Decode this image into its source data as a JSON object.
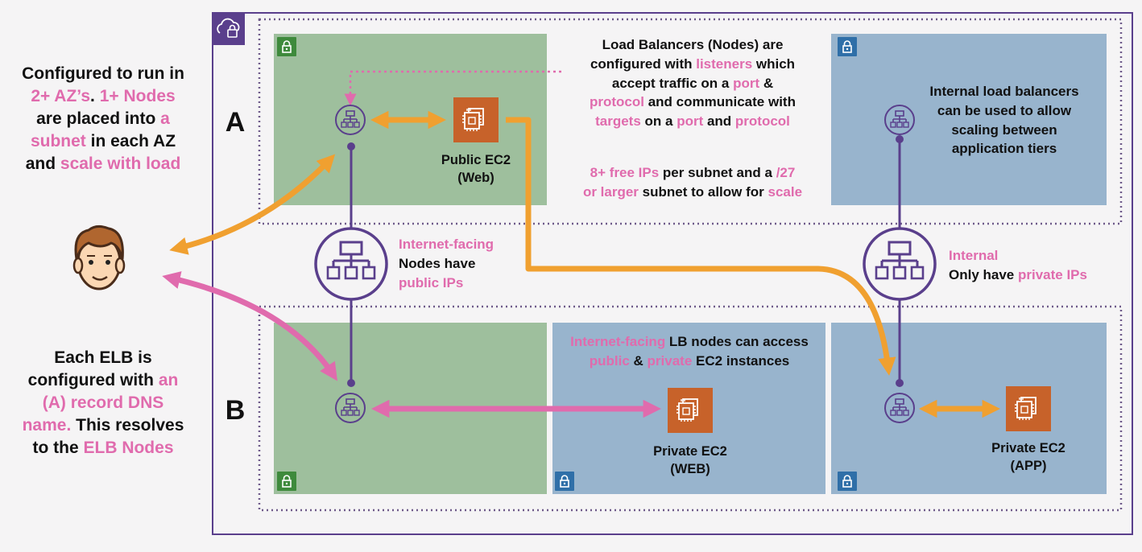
{
  "left_notes": {
    "top": [
      [
        {
          "t": "Configured to run in",
          "p": false
        }
      ],
      [
        {
          "t": "2+ AZ’s",
          "p": true
        },
        {
          "t": ". ",
          "p": false
        },
        {
          "t": "1+ Nodes",
          "p": true
        }
      ],
      [
        {
          "t": "are placed into ",
          "p": false
        },
        {
          "t": "a",
          "p": true
        }
      ],
      [
        {
          "t": "subnet",
          "p": true
        },
        {
          "t": " in each AZ",
          "p": false
        }
      ],
      [
        {
          "t": "and ",
          "p": false
        },
        {
          "t": "scale with load",
          "p": true
        }
      ]
    ],
    "bottom": [
      [
        {
          "t": "Each ELB is",
          "p": false
        }
      ],
      [
        {
          "t": "configured with ",
          "p": false
        },
        {
          "t": "an",
          "p": true
        }
      ],
      [
        {
          "t": "(A) record DNS",
          "p": true
        }
      ],
      [
        {
          "t": "name.",
          "p": true
        },
        {
          "t": " This resolves",
          "p": false
        }
      ],
      [
        {
          "t": "to the ",
          "p": false
        },
        {
          "t": "ELB Nodes",
          "p": true
        }
      ]
    ]
  },
  "az_labels": {
    "a": "A",
    "b": "B"
  },
  "listeners_note": [
    [
      {
        "t": "Load Balancers (Nodes) are",
        "p": false
      }
    ],
    [
      {
        "t": "configured with ",
        "p": false
      },
      {
        "t": "listeners",
        "p": true
      },
      {
        "t": " which",
        "p": false
      }
    ],
    [
      {
        "t": "accept traffic on a ",
        "p": false
      },
      {
        "t": "port",
        "p": true
      },
      {
        "t": " &",
        "p": false
      }
    ],
    [
      {
        "t": "protocol",
        "p": true
      },
      {
        "t": " and communicate with",
        "p": false
      }
    ],
    [
      {
        "t": "targets",
        "p": true
      },
      {
        "t": " on a ",
        "p": false
      },
      {
        "t": "port",
        "p": true
      },
      {
        "t": " and ",
        "p": false
      },
      {
        "t": "protocol",
        "p": true
      }
    ]
  ],
  "ips_note": [
    [
      {
        "t": "8+ free IPs",
        "p": true
      },
      {
        "t": " per subnet and a ",
        "p": false
      },
      {
        "t": "/27",
        "p": true
      }
    ],
    [
      {
        "t": "or larger",
        "p": true
      },
      {
        "t": " subnet to allow for ",
        "p": false
      },
      {
        "t": "scale",
        "p": true
      }
    ]
  ],
  "internal_note": [
    [
      {
        "t": "Internal load balancers",
        "p": false
      }
    ],
    [
      {
        "t": "can be used to allow",
        "p": false
      }
    ],
    [
      {
        "t": "scaling between",
        "p": false
      }
    ],
    [
      {
        "t": "application tiers",
        "p": false
      }
    ]
  ],
  "internet_facing_note": [
    [
      {
        "t": "Internet-facing",
        "p": true
      }
    ],
    [
      {
        "t": "Nodes have",
        "p": false
      }
    ],
    [
      {
        "t": "public IPs",
        "p": true
      }
    ]
  ],
  "internal_lb_note": [
    [
      {
        "t": "Internal",
        "p": true
      }
    ],
    [
      {
        "t": "Only have ",
        "p": false
      },
      {
        "t": "private IPs",
        "p": true
      }
    ]
  ],
  "access_note": [
    [
      {
        "t": "Internet-facing",
        "p": true
      },
      {
        "t": " LB nodes can access",
        "p": false
      }
    ],
    [
      {
        "t": "public",
        "p": true
      },
      {
        "t": " & ",
        "p": false
      },
      {
        "t": "private",
        "p": true
      },
      {
        "t": " EC2 instances",
        "p": false
      }
    ]
  ],
  "instances": {
    "public_web": {
      "line1": "Public EC2",
      "line2": "(Web)"
    },
    "private_web": {
      "line1": "Private EC2",
      "line2": "(WEB)"
    },
    "private_app": {
      "line1": "Private EC2",
      "line2": "(APP)"
    }
  },
  "colors": {
    "pink": "#e06bad",
    "orange": "#f0a030",
    "purple": "#5a3f8c",
    "public_subnet": "#9ebf9d",
    "private_subnet": "#98b4cd",
    "ec2": "#c7622a"
  },
  "icons": [
    "cloud-lock-icon",
    "lock-icon",
    "load-balancer-icon",
    "ec2-chip-icon",
    "user-avatar-icon"
  ]
}
